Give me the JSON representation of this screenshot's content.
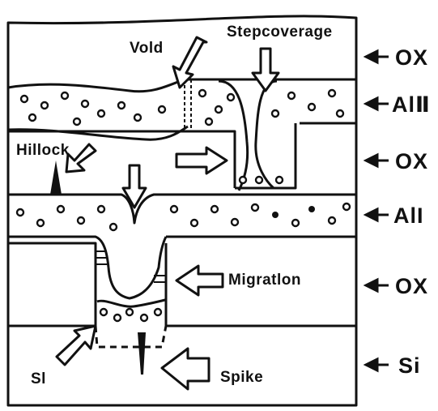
{
  "labels": {
    "void": "Vold",
    "step_coverage": "Stepcoverage",
    "hillock": "Hillock",
    "migration": "Migratlon",
    "si_inner": "Sl",
    "spike": "Spike"
  },
  "side_labels": {
    "ox_top": "OX",
    "al_two": "AlⅡ",
    "ox_middle": "OX",
    "al_one": "AlI",
    "ox_bottom": "OX",
    "si": "Si"
  },
  "layers": [
    "OX",
    "AlⅡ",
    "OX",
    "AlI",
    "OX",
    "Si"
  ],
  "colors": {
    "ink": "#111111",
    "paper": "#ffffff"
  }
}
